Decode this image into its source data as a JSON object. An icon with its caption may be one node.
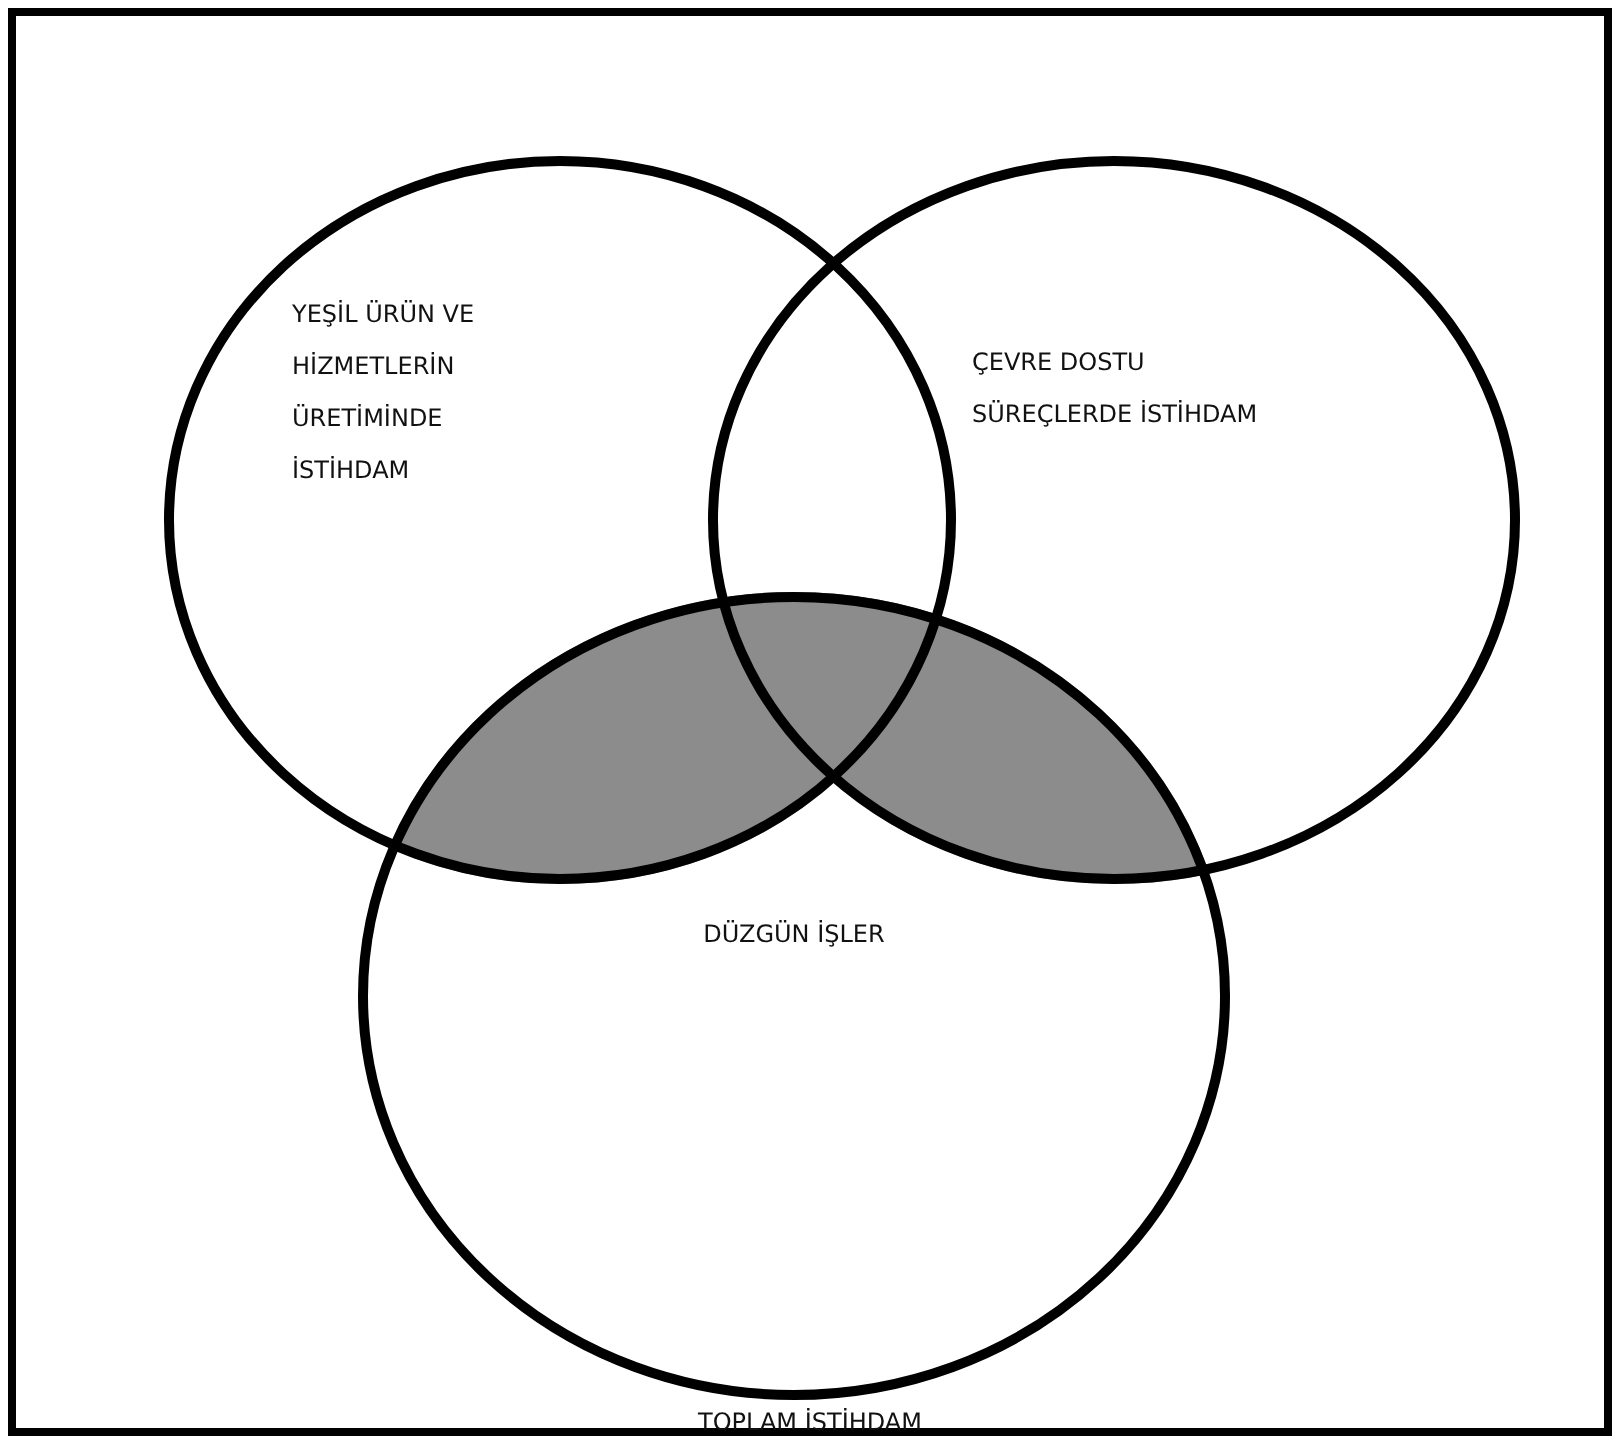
{
  "diagram": {
    "nodes": [
      {
        "text": [
          "TOPLAM İSTİHDAM"
        ]
      },
      {
        "text": [
          "YEŞİL ÜRÜN VE HİZMETLERİN ÜRETİMİNDE İSTİHDAM"
        ],
        "in": 0
      },
      {
        "text": [
          "ÇEVRE DOSTU SÜREÇLERDE İSTİHDAM"
        ],
        "in": 0
      },
      {
        "text": [
          "DÜZGÜN İŞLER"
        ],
        "in": 0
      }
    ],
    "edges": []
  }
}
